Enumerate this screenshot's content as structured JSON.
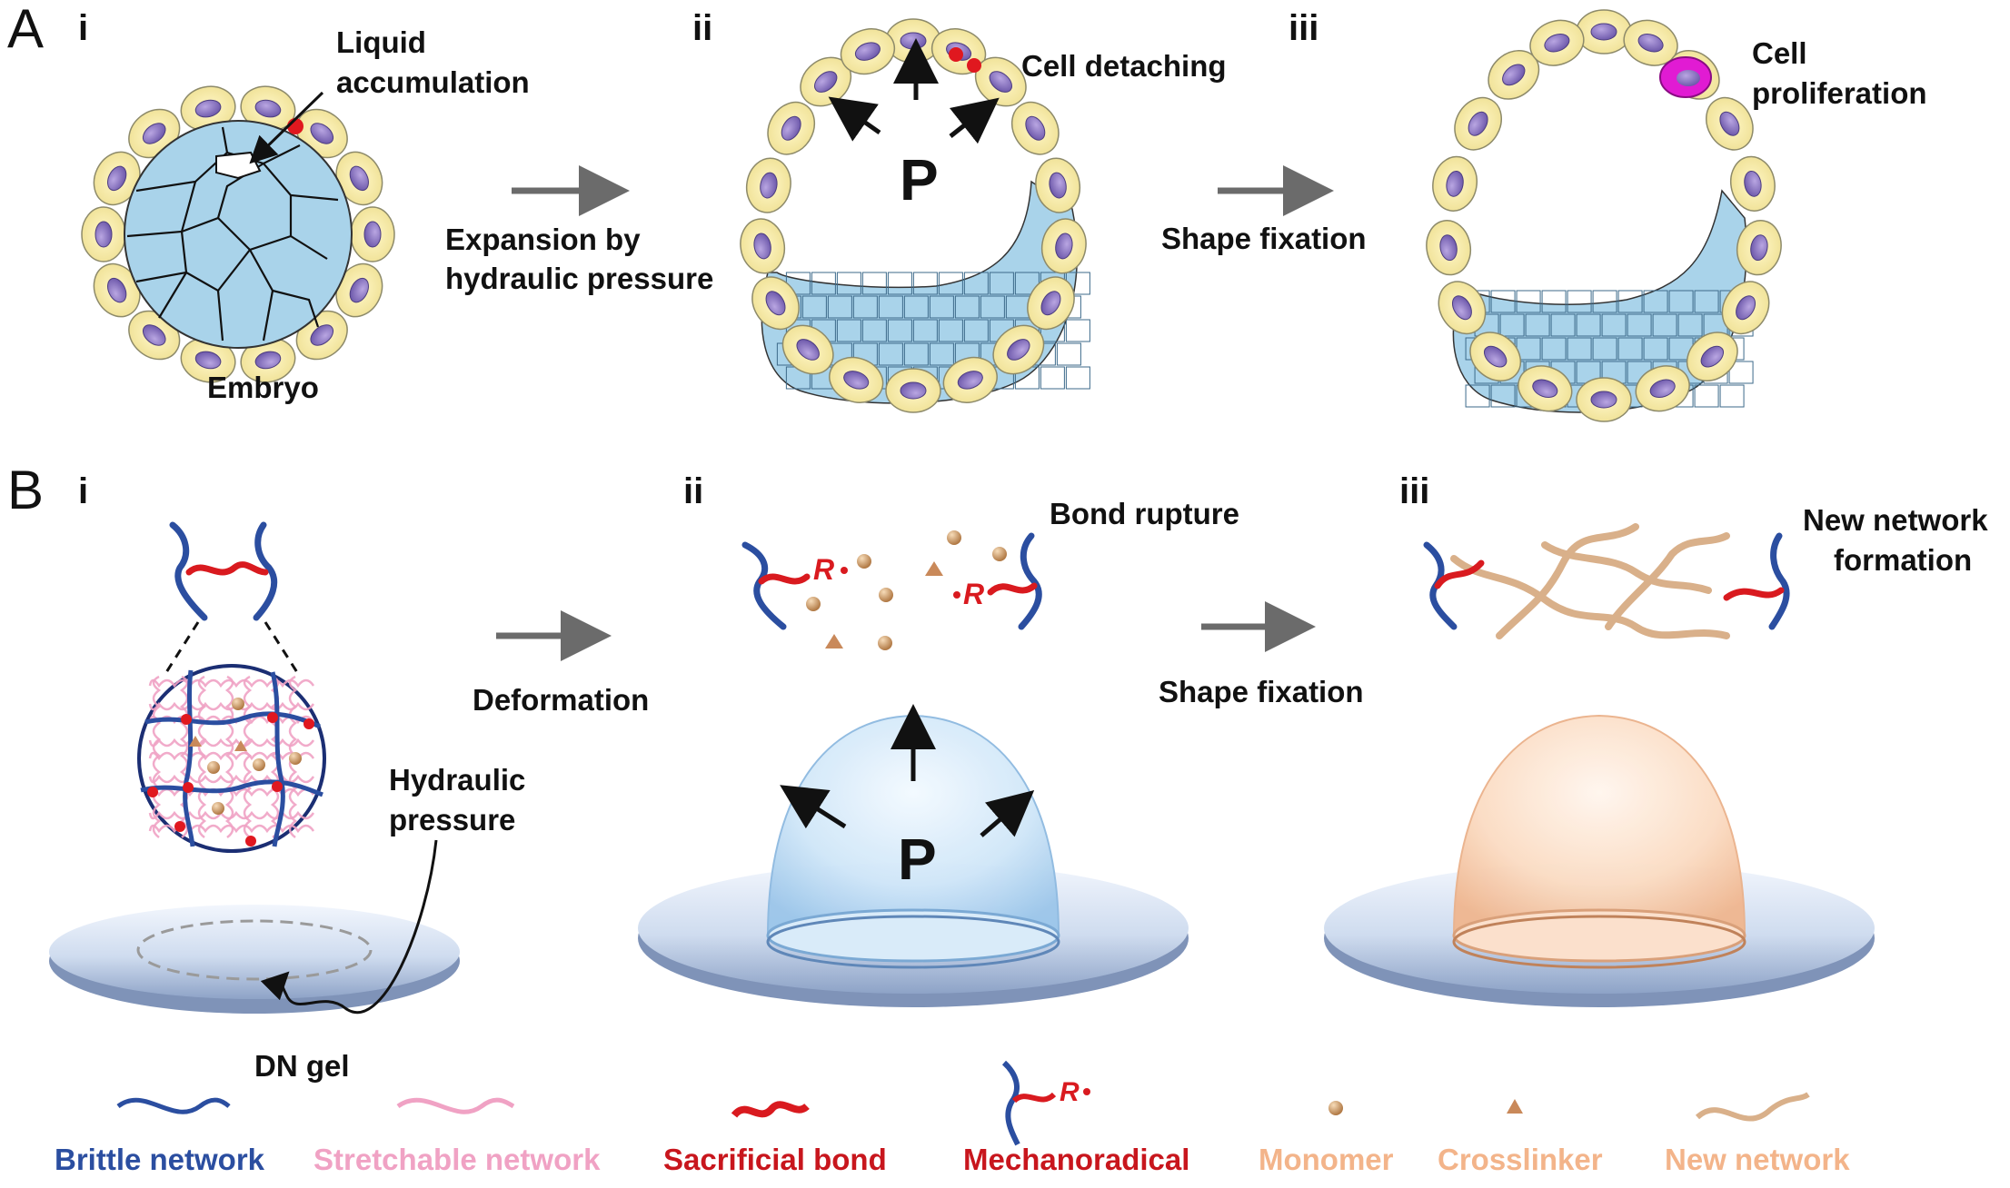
{
  "panel_a": {
    "label": "A",
    "stages": [
      {
        "roman": "i",
        "caption": "Embryo",
        "annotation_line1": "Liquid",
        "annotation_line2": "accumulation"
      },
      {
        "roman": "ii",
        "annotation": "Cell detaching",
        "pressure": "P"
      },
      {
        "roman": "iii",
        "annotation_line1": "Cell",
        "annotation_line2": "proliferation"
      }
    ],
    "arrow1_line1": "Expansion by",
    "arrow1_line2": "hydraulic pressure",
    "arrow2": "Shape fixation"
  },
  "panel_b": {
    "label": "B",
    "stages": [
      {
        "roman": "i",
        "annotation_line1": "Hydraulic",
        "annotation_line2": "pressure",
        "caption": "DN gel"
      },
      {
        "roman": "ii",
        "annotation": "Bond rupture",
        "pressure": "P",
        "radical": "R"
      },
      {
        "roman": "iii",
        "annotation_line1": "New network",
        "annotation_line2": "formation"
      }
    ],
    "arrow1": "Deformation",
    "arrow2": "Shape fixation"
  },
  "legend": [
    {
      "label": "Brittle network",
      "color": "#2b4ea0",
      "icon": "blue-wavy-line"
    },
    {
      "label": "Stretchable network",
      "color": "#f0a2c4",
      "icon": "pink-wavy-line"
    },
    {
      "label": "Sacrificial bond",
      "color": "#c8161d",
      "icon": "red-wavy-line"
    },
    {
      "label": "Mechanoradical",
      "color": "#c8161d",
      "icon": "mechanoradical-symbol",
      "radical": "R"
    },
    {
      "label": "Monomer",
      "color": "#f3b48a",
      "icon": "bead"
    },
    {
      "label": "Crosslinker",
      "color": "#f3b48a",
      "icon": "triangle"
    },
    {
      "label": "New network",
      "color": "#f3b48a",
      "icon": "tan-wavy-line"
    }
  ]
}
